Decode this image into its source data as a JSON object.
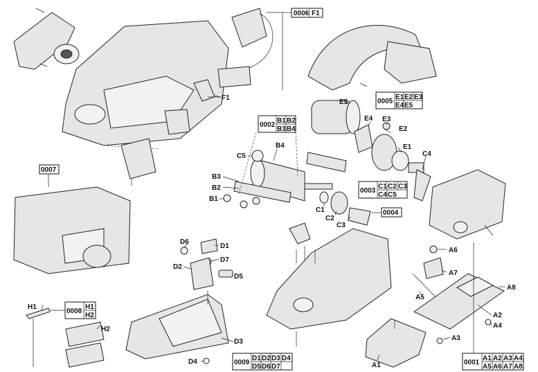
{
  "parts": [
    {
      "id": "p1",
      "label": "F1"
    },
    {
      "id": "p2",
      "label": "E1"
    },
    {
      "id": "p3",
      "label": "E2"
    },
    {
      "id": "p4",
      "label": "E3"
    },
    {
      "id": "p5",
      "label": "E4"
    },
    {
      "id": "p6",
      "label": "E5"
    },
    {
      "id": "p7",
      "label": "C4"
    },
    {
      "id": "p8",
      "label": "C5"
    },
    {
      "id": "p9",
      "label": "B4"
    },
    {
      "id": "p10",
      "label": "B3"
    },
    {
      "id": "p11",
      "label": "B2"
    },
    {
      "id": "p12",
      "label": "B1"
    },
    {
      "id": "p13",
      "label": "C1"
    },
    {
      "id": "p14",
      "label": "C2"
    },
    {
      "id": "p15",
      "label": "C3"
    },
    {
      "id": "p16",
      "label": "D6"
    },
    {
      "id": "p17",
      "label": "D1"
    },
    {
      "id": "p18",
      "label": "D7"
    },
    {
      "id": "p19",
      "label": "D2"
    },
    {
      "id": "p20",
      "label": "D5"
    },
    {
      "id": "p21",
      "label": "D3"
    },
    {
      "id": "p22",
      "label": "D4"
    },
    {
      "id": "p23",
      "label": "H1"
    },
    {
      "id": "p24",
      "label": "H2"
    },
    {
      "id": "p25",
      "label": "A6"
    },
    {
      "id": "p26",
      "label": "A7"
    },
    {
      "id": "p27",
      "label": "A8"
    },
    {
      "id": "p28",
      "label": "A5"
    },
    {
      "id": "p29",
      "label": "A2"
    },
    {
      "id": "p30",
      "label": "A4"
    },
    {
      "id": "p31",
      "label": "A3"
    },
    {
      "id": "p32",
      "label": "A1"
    }
  ],
  "kits": [
    {
      "id": "k0006",
      "code": "0006",
      "rows": [
        [
          "F1"
        ]
      ]
    },
    {
      "id": "k0005",
      "code": "0005",
      "rows": [
        [
          "E1",
          "E2",
          "E3"
        ],
        [
          "E4",
          "E5"
        ]
      ]
    },
    {
      "id": "k0002",
      "code": "0002",
      "rows": [
        [
          "B1",
          "B2"
        ],
        [
          "B3",
          "B4"
        ]
      ]
    },
    {
      "id": "k0003",
      "code": "0003",
      "rows": [
        [
          "C1",
          "C2",
          "C3"
        ],
        [
          "C4",
          "C5"
        ]
      ]
    },
    {
      "id": "k0004",
      "code": "0004",
      "rows": []
    },
    {
      "id": "k0007",
      "code": "0007",
      "rows": []
    },
    {
      "id": "k0008",
      "code": "0008",
      "rows": [
        [
          "H1"
        ],
        [
          "H2"
        ]
      ]
    },
    {
      "id": "k0009",
      "code": "0009",
      "rows": [
        [
          "D1",
          "D2",
          "D3",
          "D4"
        ],
        [
          "D5",
          "D6",
          "D7"
        ]
      ]
    },
    {
      "id": "k0001",
      "code": "0001",
      "rows": [
        [
          "A1",
          "A2",
          "A3",
          "A4"
        ],
        [
          "A5",
          "A6",
          "A7",
          "A8"
        ]
      ]
    }
  ]
}
